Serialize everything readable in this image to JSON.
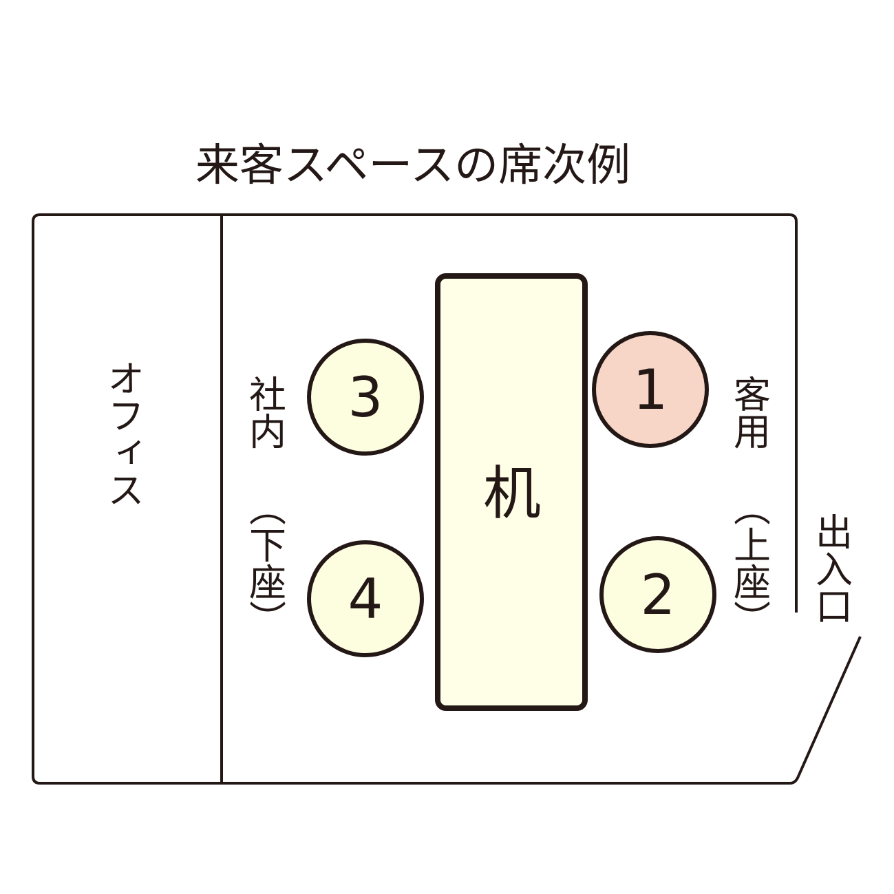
{
  "title": "来客スペースの席次例",
  "office_label": "オフィス",
  "desk_label": "机",
  "seats": [
    {
      "number": "1",
      "color": "#f7d5c7"
    },
    {
      "number": "2",
      "color": "#fdfde0"
    },
    {
      "number": "3",
      "color": "#fdfde0"
    },
    {
      "number": "4",
      "color": "#fdfde0"
    }
  ],
  "staff_label": "社内",
  "staff_note": "（下座）",
  "guest_label": "客用",
  "guest_note": "（上座）",
  "entrance_label": "出入口",
  "colors": {
    "line": "#231815",
    "desk_fill": "#ffffe8"
  }
}
